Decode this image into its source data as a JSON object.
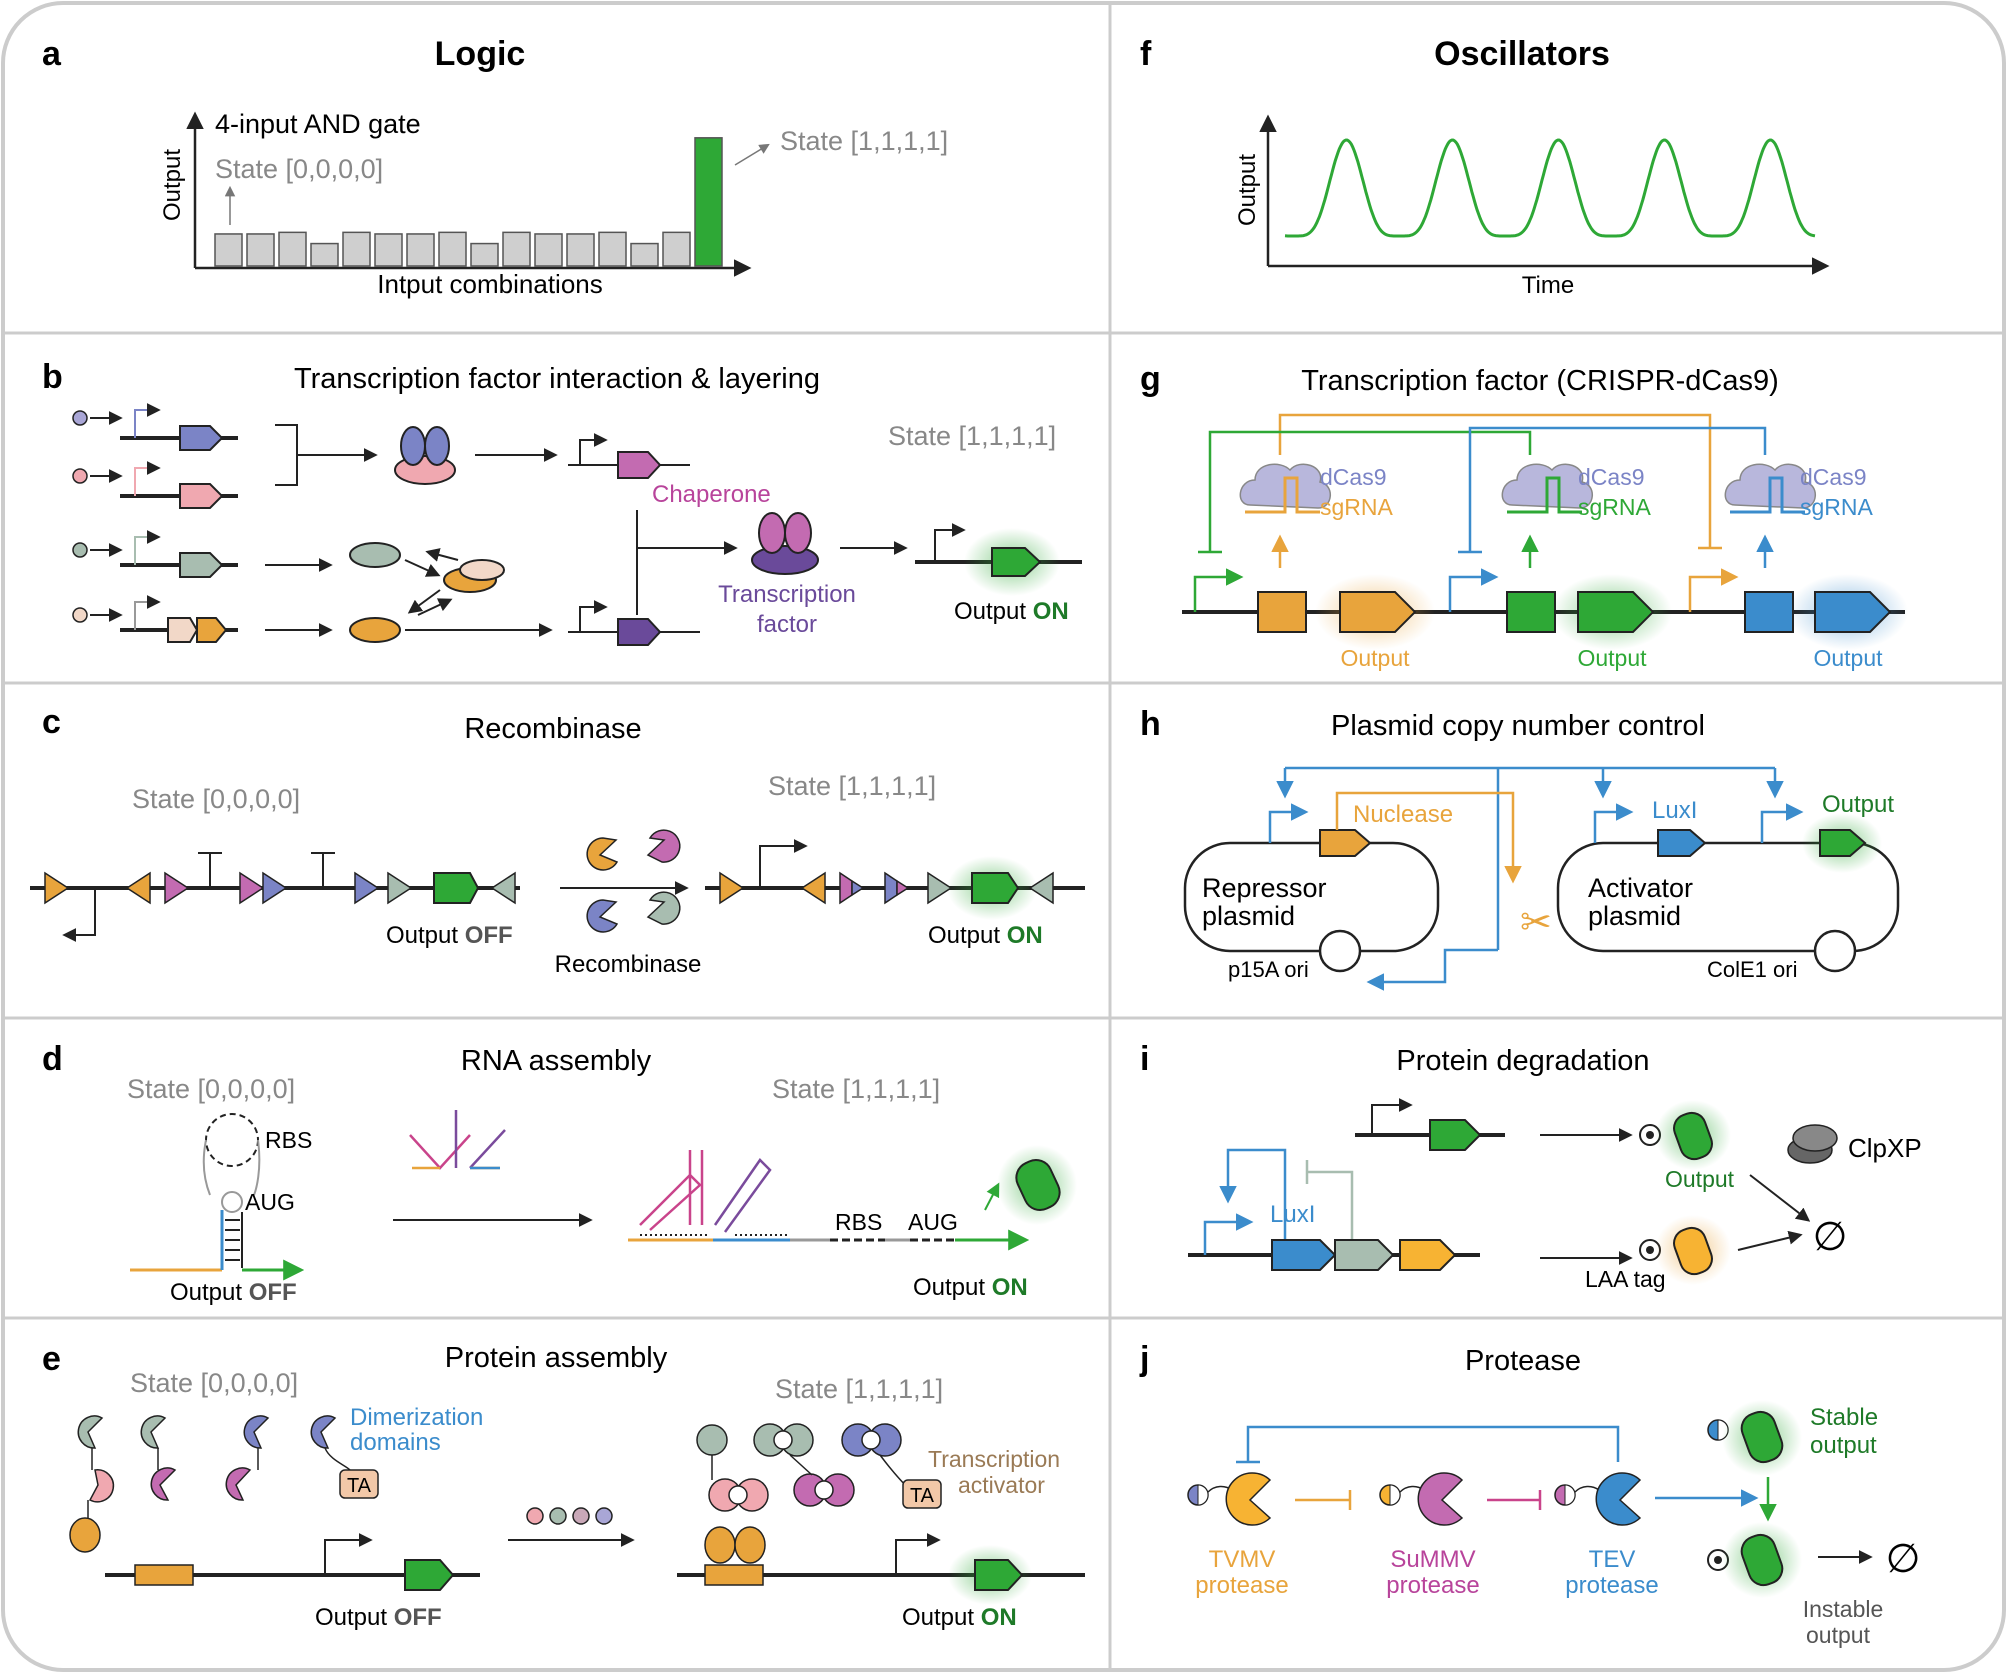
{
  "colors": {
    "green": "#2ea836",
    "orange": "#e8a43c",
    "blue": "#3b8ccc",
    "purple": "#7a4b9c",
    "magenta": "#b8449b",
    "pink": "#f0a8b0",
    "gray": "#cfcfcf",
    "lavender": "#a9a6d6",
    "panel_border": "#cccccc"
  },
  "panels": {
    "a": {
      "letter": "a",
      "title": "Logic",
      "chart_label": "4-input AND gate",
      "ylabel": "Output",
      "xlabel": "Intput combinations",
      "state_low": "State [0,0,0,0]",
      "state_high": "State [1,1,1,1]"
    },
    "b": {
      "letter": "b",
      "title": "Transcription factor interaction & layering",
      "state": "State [1,1,1,1]",
      "chaperone": "Chaperone",
      "tf_line1": "Transcription",
      "tf_line2": "factor",
      "output": "Output",
      "on": "ON"
    },
    "c": {
      "letter": "c",
      "title": "Recombinase",
      "state_low": "State [0,0,0,0]",
      "state_high": "State [1,1,1,1]",
      "output": "Output",
      "off": "OFF",
      "on": "ON",
      "recombinase": "Recombinase"
    },
    "d": {
      "letter": "d",
      "title": "RNA assembly",
      "state_low": "State [0,0,0,0]",
      "state_high": "State [1,1,1,1]",
      "rbs": "RBS",
      "aug": "AUG",
      "output": "Output",
      "off": "OFF",
      "on": "ON"
    },
    "e": {
      "letter": "e",
      "title": "Protein assembly",
      "state_low": "State [0,0,0,0]",
      "state_high": "State [1,1,1,1]",
      "dimer_line1": "Dimerization",
      "dimer_line2": "domains",
      "ta": "TA",
      "act_line1": "Transcription",
      "act_line2": "activator",
      "output": "Output",
      "off": "OFF",
      "on": "ON"
    },
    "f": {
      "letter": "f",
      "title": "Oscillators",
      "ylabel": "Output",
      "xlabel": "Time"
    },
    "g": {
      "letter": "g",
      "title": "Transcription factor (CRISPR-dCas9)",
      "dcas9": "dCas9",
      "sgrna": "sgRNA",
      "output": "Output"
    },
    "h": {
      "letter": "h",
      "title": "Plasmid copy number control",
      "nuclease": "Nuclease",
      "luxi": "LuxI",
      "output": "Output",
      "repressor_line1": "Repressor",
      "repressor_line2": "plasmid",
      "activator_line1": "Activator",
      "activator_line2": "plasmid",
      "ori1": "p15A ori",
      "ori2": "ColE1 ori"
    },
    "i": {
      "letter": "i",
      "title": "Protein degradation",
      "output": "Output",
      "clpxp": "ClpXP",
      "luxi": "LuxI",
      "laa": "LAA tag",
      "null": "∅"
    },
    "j": {
      "letter": "j",
      "title": "Protease",
      "p1_line1": "TVMV",
      "p1_line2": "protease",
      "p2_line1": "SuMMV",
      "p2_line2": "protease",
      "p3_line1": "TEV",
      "p3_line2": "protease",
      "stable_line1": "Stable",
      "stable_line2": "output",
      "instable_line1": "Instable",
      "instable_line2": "output",
      "null": "∅"
    }
  },
  "chart_data": [
    {
      "type": "bar",
      "title": "4-input AND gate",
      "ylabel": "Output",
      "xlabel": "Intput combinations",
      "values": [
        1.0,
        1.0,
        1.05,
        0.7,
        1.05,
        1.0,
        1.0,
        1.05,
        0.7,
        1.05,
        1.0,
        1.0,
        1.05,
        0.7,
        1.05,
        4.0
      ],
      "ylim": [
        0,
        4.4
      ]
    },
    {
      "type": "line",
      "ylabel": "Output",
      "xlabel": "Time",
      "peaks": 5
    }
  ]
}
